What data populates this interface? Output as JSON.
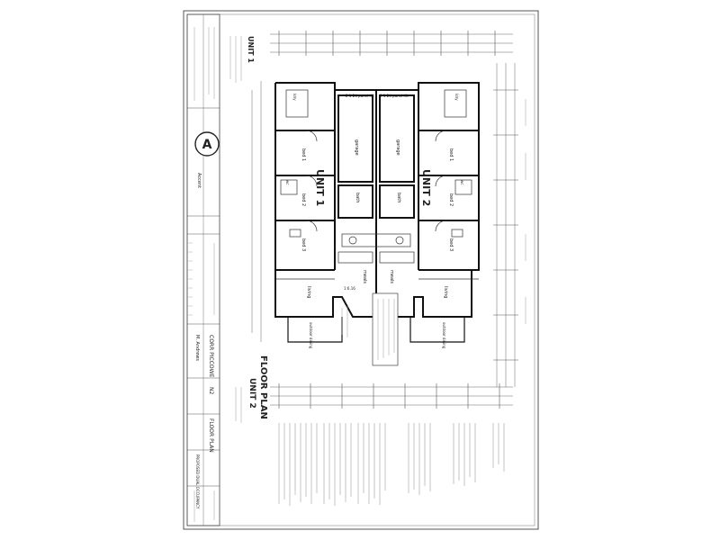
{
  "drawing": {
    "title": "FLOOR PLAN",
    "subtitle": "UNIT 2",
    "unit1_label": "UNIT 1",
    "unit2_label": "UNIT 2",
    "rooms": {
      "garage": "garage",
      "bed1": "bed 1",
      "bed2": "bed 2",
      "bed3": "bed 3",
      "bath": "bath",
      "living": "living",
      "meals": "meals",
      "outdoor_dining": "outdoor dining",
      "wc": "wc",
      "ldry": "ldry"
    },
    "dims": {
      "garage_panel": "2 1-24 panel lift",
      "porch": "1:6.16"
    },
    "title_block": {
      "company": "CORR PICCOWE",
      "drawing": "FLOOR PLAN",
      "sheet": "N2",
      "client": "M. Andrews",
      "logo_letter": "A",
      "logo_company": "Accent",
      "address": "PROPOSED DUAL OCCUPANCY"
    }
  }
}
